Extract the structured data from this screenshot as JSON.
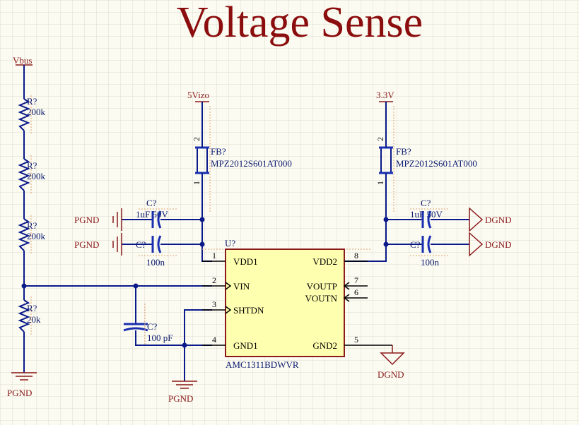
{
  "title": "Voltage Sense",
  "nets": {
    "vbus": "Vbus",
    "vizo": "5Vizo",
    "v33": "3.3V",
    "pgnd": "PGND",
    "dgnd": "DGND"
  },
  "resistors": [
    {
      "ref": "R?",
      "value": "200k"
    },
    {
      "ref": "R?",
      "value": "200k"
    },
    {
      "ref": "R?",
      "value": "200k"
    },
    {
      "ref": "R?",
      "value": "20k"
    }
  ],
  "ferrites": [
    {
      "ref": "FB?",
      "value": "MPZ2012S601AT000",
      "pin_top": "2",
      "pin_bottom": "1"
    },
    {
      "ref": "FB?",
      "value": "MPZ2012S601AT000",
      "pin_top": "2",
      "pin_bottom": "1"
    }
  ],
  "capacitors": {
    "left_top": {
      "ref": "C?",
      "value": "1uF 50V"
    },
    "left_bottom": {
      "ref": "C?",
      "value": "100n"
    },
    "right_top": {
      "ref": "C?",
      "value": "1uF 50V"
    },
    "right_bottom": {
      "ref": "C?",
      "value": "100n"
    },
    "filter": {
      "ref": "C?",
      "value": "100 pF"
    }
  },
  "ic": {
    "ref": "U?",
    "part": "AMC1311BDWVR",
    "pins_left": [
      {
        "num": "1",
        "name": "VDD1"
      },
      {
        "num": "2",
        "name": "VIN"
      },
      {
        "num": "3",
        "name": "SHTDN"
      },
      {
        "num": "4",
        "name": "GND1"
      }
    ],
    "pins_right": [
      {
        "num": "8",
        "name": "VDD2"
      },
      {
        "num": "7",
        "name": "VOUTP"
      },
      {
        "num": "6",
        "name": "VOUTN"
      },
      {
        "num": "5",
        "name": "GND2"
      }
    ]
  },
  "colors": {
    "background": "#fcfbf2",
    "grid": "#dcdcd0",
    "wire": "#0a1a8a",
    "title": "#8b0d0d",
    "ic_fill": "#ffffb0",
    "ic_border": "#8b1a1a"
  }
}
